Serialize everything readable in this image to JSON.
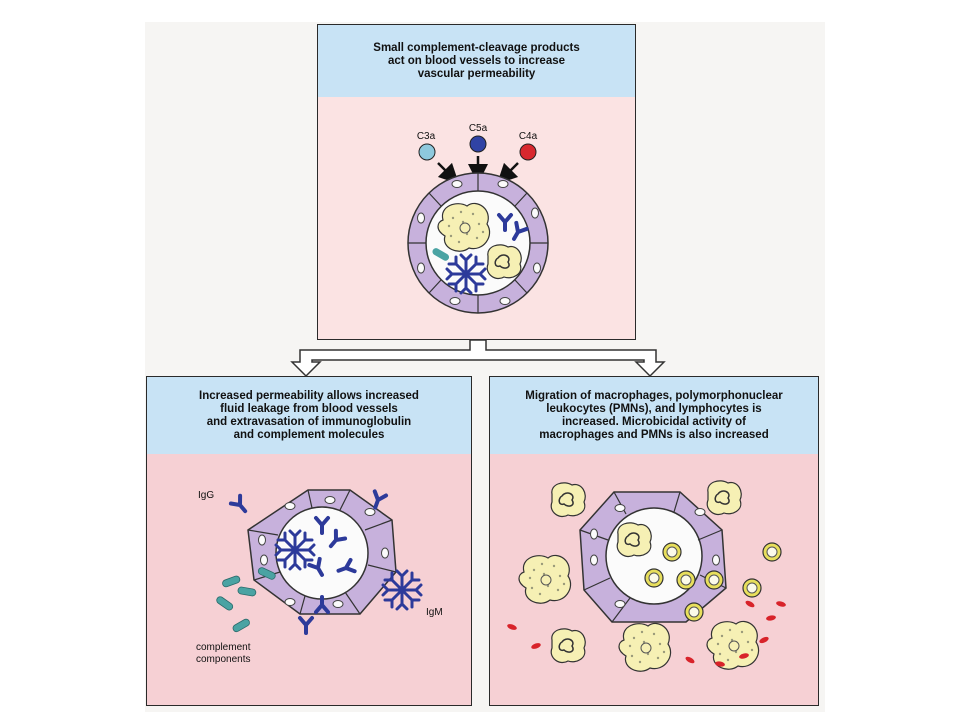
{
  "panels": {
    "top": {
      "title": "Small complement-cleavage products\nact on blood vessels to increase\nvascular permeability",
      "labels": {
        "c3a": "C3a",
        "c5a": "C5a",
        "c4a": "C4a"
      }
    },
    "left": {
      "title": "Increased permeability allows increased\nfluid leakage from blood vessels\nand extravasation of immunoglobulin\nand complement molecules",
      "labels": {
        "igg": "IgG",
        "igm": "IgM",
        "complement_line1": "complement",
        "complement_line2": "components"
      }
    },
    "right": {
      "title": "Migration of macrophages, polymorphonuclear\nleukocytes (PMNs), and lymphocytes is\nincreased.  Microbicidal activity of\nmacrophages and PMNs is also increased"
    }
  },
  "colors": {
    "header_blue": "#c8e3f5",
    "top_body": "#fbe3e3",
    "bottom_body": "#f6d0d4",
    "vessel_cell": "#c7b1dc",
    "c3a": "#8ec9dd",
    "c5a": "#3043a5",
    "c4a": "#d8282e",
    "antibody": "#2d3a9a",
    "complement": "#4aa3a3",
    "macrophage": "#f6f0b4",
    "lymphocyte": "#e8df5c",
    "rbc": "#d8232a"
  },
  "icons": [
    "arrow-down-icon",
    "branch-arrow-icon",
    "antibody-icon",
    "igm-icon",
    "macrophage-icon",
    "lymphocyte-icon"
  ]
}
